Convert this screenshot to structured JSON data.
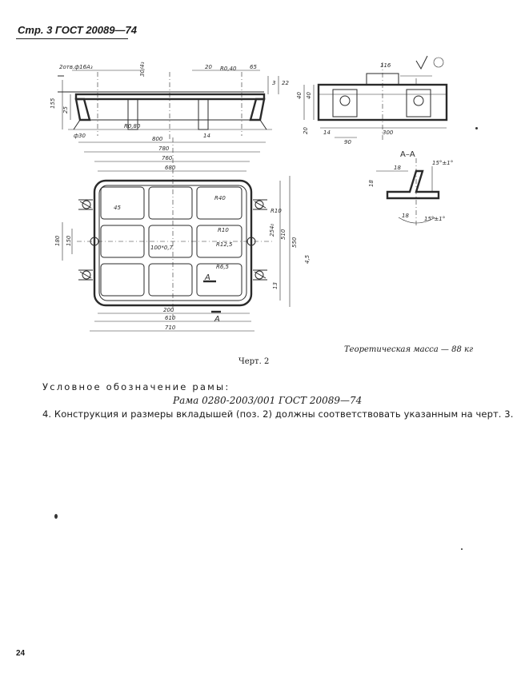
{
  "header": {
    "text": "Стр. 3 ГОСТ 20089—74"
  },
  "drawing": {
    "top_view_dims": [
      "2отв.ф16А₃",
      "20",
      "R0,40",
      "65",
      "3",
      "22",
      "30/4₃",
      "155",
      "25",
      "ф30",
      "14",
      "R0,80"
    ],
    "plan_dims": [
      "800",
      "780",
      "760",
      "680",
      "R40",
      "45",
      "R10",
      "R10",
      "180",
      "150",
      "100*0,7",
      "R12,5",
      "R6,5",
      "254₀",
      "510",
      "550",
      "4,5",
      "13",
      "200",
      "610",
      "710",
      "A",
      "A"
    ],
    "side_view_dims": [
      "116",
      "40",
      "40",
      "300",
      "90",
      "20",
      "14"
    ],
    "section_title": "А–А",
    "section_dims": [
      "18",
      "15°±1°",
      "18",
      "18",
      "15°±1°"
    ],
    "surface_marks": [
      "R0,40",
      "R0,80"
    ]
  },
  "caption": {
    "mass": "Теоретическая масса — 88 кг",
    "figure": "Черт. 2"
  },
  "designation": {
    "title": "Условное обозначение рамы:",
    "value": "Рама 0280-2003/001 ГОСТ 20089—74"
  },
  "item4": "4. Конструкция и размеры вкладышей (поз. 2) должны соответствовать  указанным на черт. 3.",
  "page_number": "24"
}
